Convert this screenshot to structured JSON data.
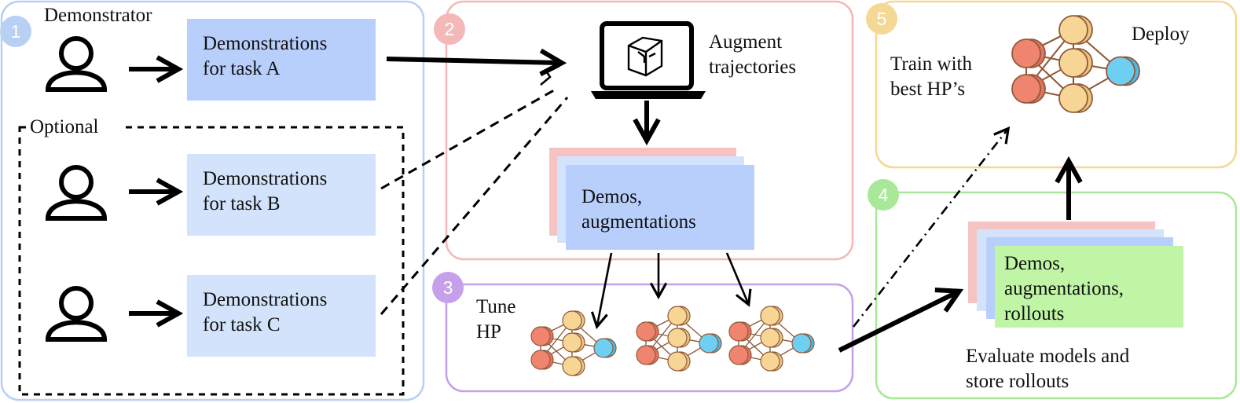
{
  "colors": {
    "stage1": "#b8d0f4",
    "stage2": "#f5b8b8",
    "stage3": "#c6a0ea",
    "stage4": "#a8e898",
    "stage5": "#f4d894",
    "demo_dark": "#b8cffb",
    "demo_light": "#d3e3fb",
    "pink_card": "#f6c3c3",
    "green_card": "#bff5a4",
    "node_red": "#f0856f",
    "node_yellow": "#f7d594",
    "node_blue": "#6fcff3",
    "edge": "#8f5a3a"
  },
  "stage1": {
    "badge": "1",
    "demonstrator_label": "Demonstrator",
    "optional_label": "Optional",
    "demo_a": "Demonstrations\nfor task A",
    "demo_b": "Demonstrations\nfor task B",
    "demo_c": "Demonstrations\nfor task C",
    "icons": [
      "person-icon",
      "person-icon",
      "person-icon"
    ]
  },
  "stage2": {
    "badge": "2",
    "augment_label": "Augment\ntrajectories",
    "card_label": "Demos,\naugmentations",
    "icon": "laptop-cube-icon"
  },
  "stage3": {
    "badge": "3",
    "label": "Tune\nHP",
    "icon": "neural-network-icon"
  },
  "stage4": {
    "badge": "4",
    "card_label": "Demos,\naugmentations,\nrollouts",
    "caption": "Evaluate models and\nstore rollouts"
  },
  "stage5": {
    "badge": "5",
    "train_label": "Train with\nbest HP’s",
    "deploy_label": "Deploy",
    "icon": "neural-network-icon"
  }
}
